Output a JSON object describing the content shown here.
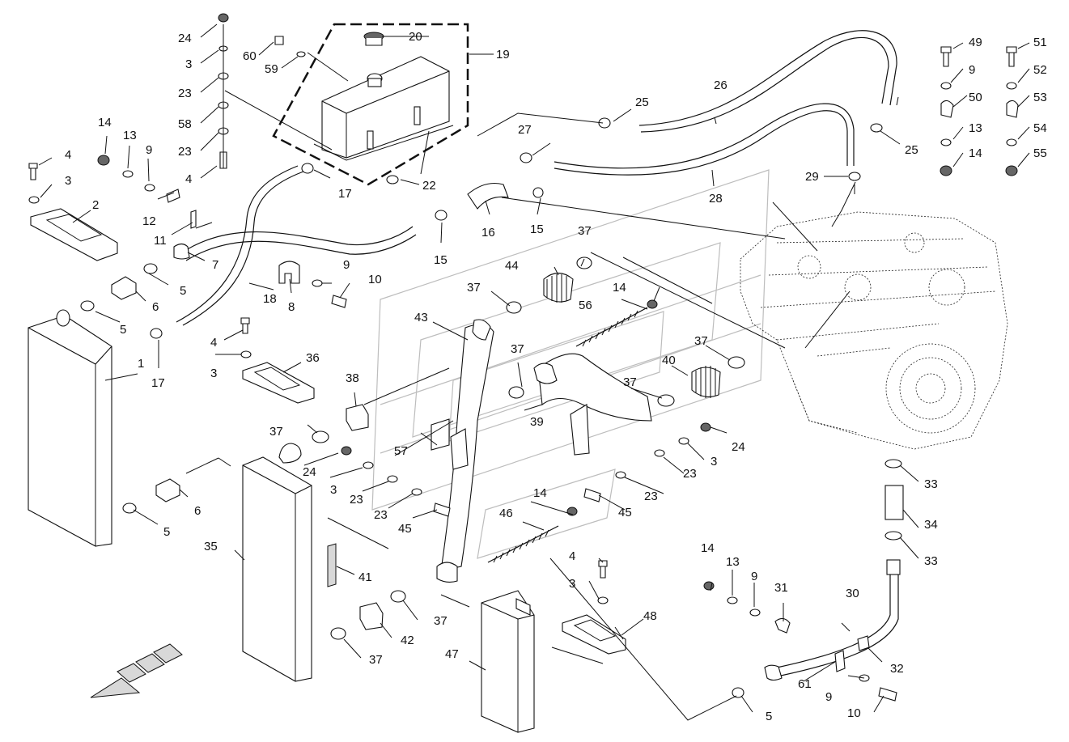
{
  "callouts": [
    "1",
    "2",
    "3",
    "4",
    "5",
    "6",
    "7",
    "8",
    "9",
    "10",
    "11",
    "12",
    "13",
    "14",
    "15",
    "16",
    "17",
    "18",
    "19",
    "20",
    "22",
    "23",
    "24",
    "25",
    "26",
    "27",
    "28",
    "29",
    "30",
    "31",
    "32",
    "33",
    "34",
    "35",
    "36",
    "37",
    "38",
    "39",
    "40",
    "41",
    "42",
    "43",
    "44",
    "45",
    "46",
    "47",
    "48",
    "49",
    "50",
    "51",
    "52",
    "53",
    "54",
    "55",
    "56",
    "57",
    "58",
    "59",
    "60",
    "61"
  ]
}
